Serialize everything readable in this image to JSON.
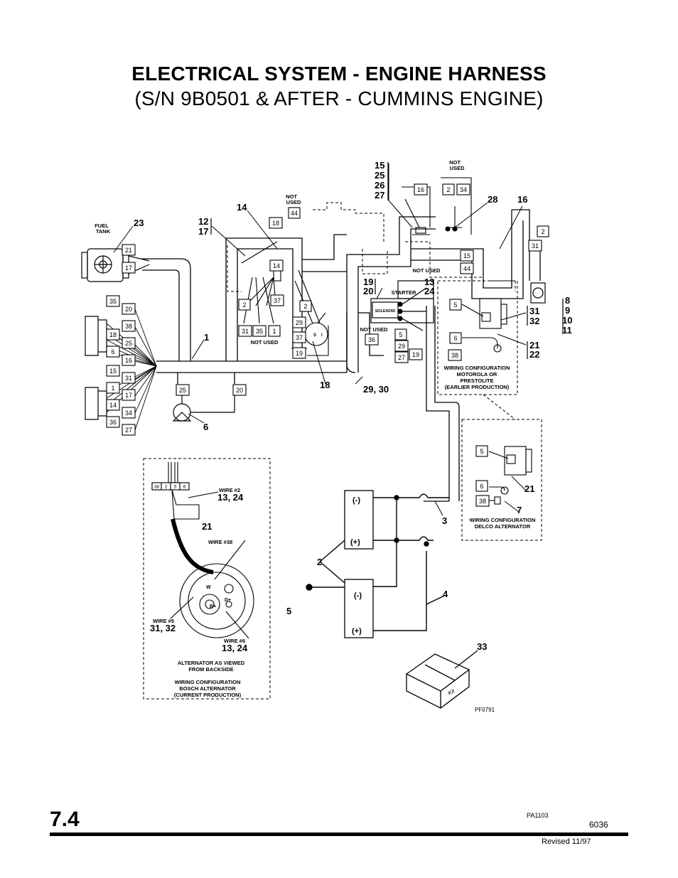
{
  "header": {
    "title": "ELECTRICAL SYSTEM - ENGINE HARNESS",
    "subtitle": "(S/N 9B0501 & AFTER - CUMMINS ENGINE)"
  },
  "footer": {
    "page_number": "7.4",
    "figure_ref": "PA1103",
    "doc_number": "6036",
    "revised": "Revised 11/97"
  },
  "labels": {
    "fuel_tank_1": "FUEL",
    "fuel_tank_2": "TANK",
    "not_used_1": "NOT",
    "not_used_2": "USED",
    "not_used": "NOT USED",
    "starter": "STARTER",
    "solenoid": "SOLENOID",
    "motorola_1": "WIRING CONFIGURATION",
    "motorola_2": "MOTOROLA OR",
    "motorola_3": "PRESTOLITE",
    "motorola_4": "(EARLIER PRODUCTION)",
    "delco_1": "WIRING CONFIGURATION",
    "delco_2": "DELCO ALTERNATOR",
    "wire2": "WIRE #2",
    "wire38": "WIRE #38",
    "wire5": "WIRE #5",
    "wire6": "WIRE #6",
    "alt_view_1": "ALTERNATOR AS VIEWED",
    "alt_view_2": "FROM BACKSIDE",
    "bosch_1": "WIRING CONFIGURATION",
    "bosch_2": "BOSCH  ALTERNATOR",
    "bosch_3": "(CURRENT PRODUCTION)",
    "neg": "(-)",
    "pos": "(+)",
    "kit": "Kit",
    "pf": "PF0791",
    "term_w": "W",
    "term_b": "B+",
    "term_d": "D+",
    "term_s": "S",
    "term_i": "I"
  },
  "callouts": {
    "c23": "23",
    "c12": "12",
    "c17": "17",
    "c14": "14",
    "c15": "15",
    "c25": "25",
    "c26": "26",
    "c27": "27",
    "c28": "28",
    "c16": "16",
    "c1": "1",
    "c6": "6",
    "c18": "18",
    "c19": "19",
    "c20": "20",
    "c13": "13",
    "c24": "24",
    "c2930": "29, 30",
    "c8": "8",
    "c9": "9",
    "c10": "10",
    "c11": "11",
    "c31": "31",
    "c32": "32",
    "c21": "21",
    "c22": "22",
    "c21b": "21",
    "c7": "7",
    "c3": "3",
    "c2": "2",
    "c4": "4",
    "c5": "5",
    "c33": "33",
    "c1324a": "13, 24",
    "c21c": "21",
    "c3132": "31, 32",
    "c1324b": "13, 24"
  },
  "wire_numbers": {
    "w21": "21",
    "w17a": "17",
    "w35": "35",
    "w20a": "20",
    "w18a": "18",
    "w38a": "38",
    "w6a": "6",
    "w25a": "25",
    "w16a": "16",
    "w15a": "15",
    "w31a": "31",
    "w1a": "1",
    "w17b": "17",
    "w14a": "14",
    "w34a": "34",
    "w36a": "36",
    "w27a": "27",
    "w25b": "25",
    "w20b": "20",
    "w44a": "44",
    "w18b": "18",
    "w14b": "14",
    "w37a": "37",
    "w2a": "2",
    "w2b": "2",
    "w31b": "31",
    "w35b": "35",
    "w1b": "1",
    "w29a": "29",
    "w37b": "37",
    "w19a": "19",
    "w16b": "16",
    "w2c": "2",
    "w34b": "34",
    "w2d": "2",
    "w31c": "31",
    "w15b": "15",
    "w44b": "44",
    "w36b": "36",
    "w5a": "5",
    "w29b": "29",
    "w27b": "27",
    "w19b": "19",
    "w5b": "5",
    "w6b": "6",
    "w38b": "38",
    "w5c": "5",
    "w6c": "6",
    "w38c": "38",
    "b38": "38",
    "b2": "2",
    "b5": "5",
    "b6": "6"
  }
}
